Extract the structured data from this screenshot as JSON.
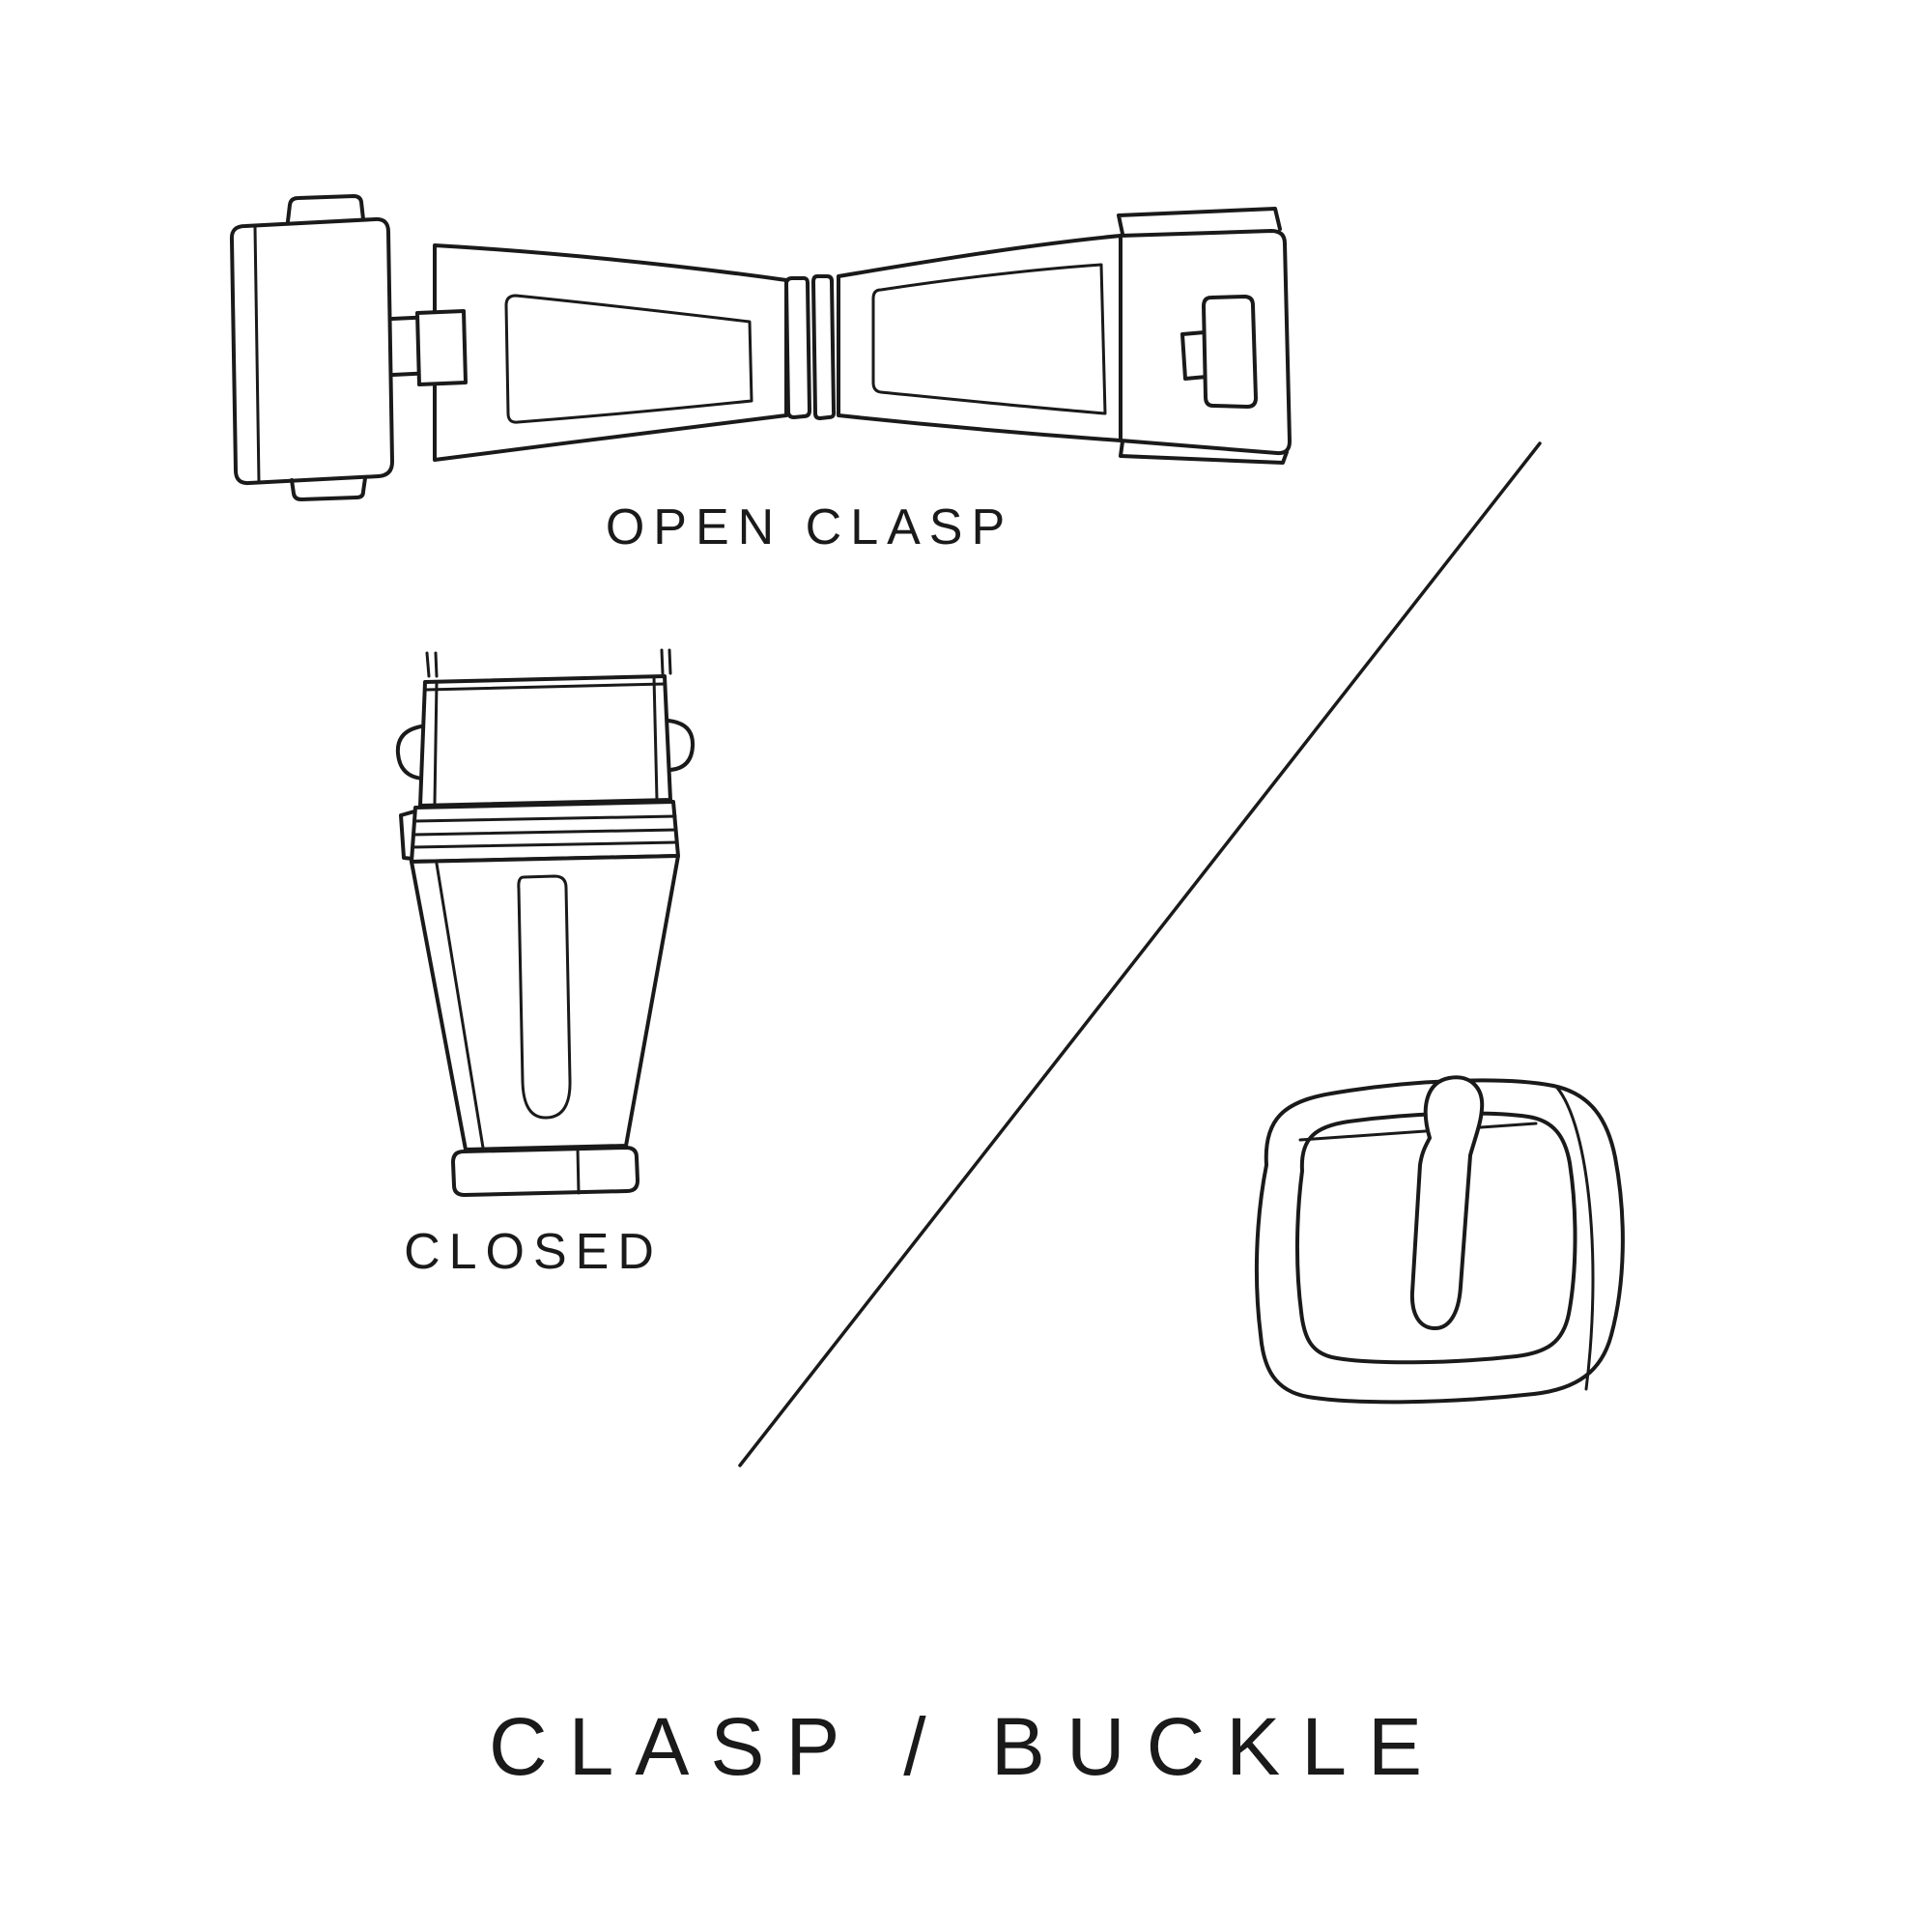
{
  "page": {
    "background_color": "#ffffff",
    "ink_color": "#1a1a1a"
  },
  "labels": {
    "open_clasp": "OPEN CLASP",
    "closed": "CLOSED"
  },
  "title": "CLASP / BUCKLE",
  "illustrations": {
    "open_clasp": "open-clasp-line-drawing",
    "closed_clasp": "closed-clasp-line-drawing",
    "pin_buckle": "pin-buckle-line-drawing",
    "divider": "diagonal-divider-line"
  }
}
